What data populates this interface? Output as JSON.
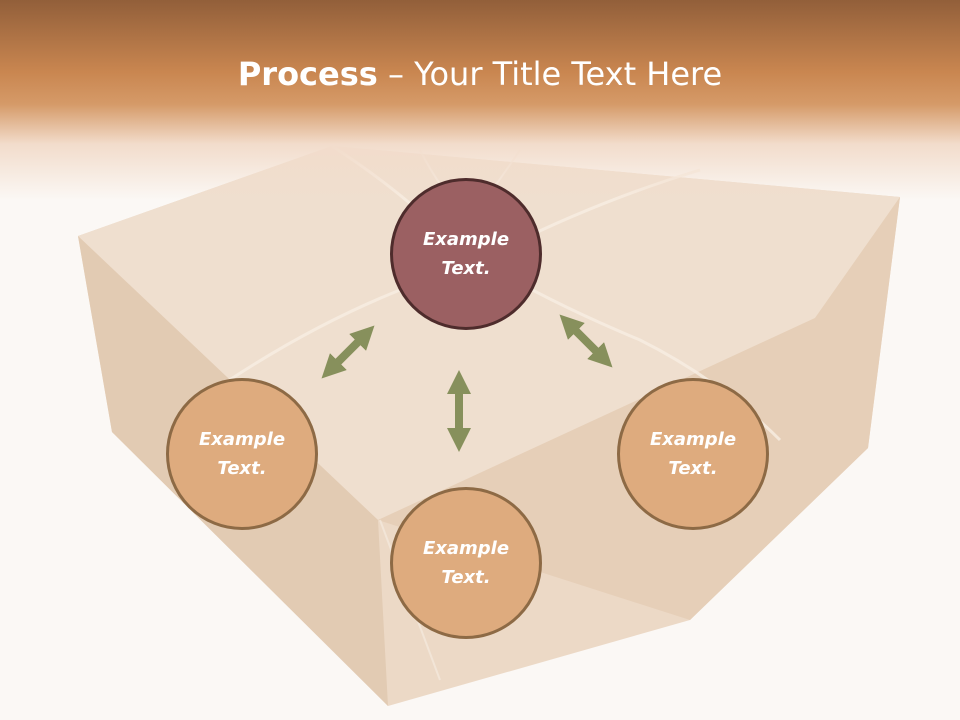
{
  "slide": {
    "title_bold": "Process",
    "title_rest": " – Your Title Text Here"
  },
  "nodes": {
    "center": {
      "text": "Example\nText."
    },
    "left": {
      "text": "Example\nText."
    },
    "right": {
      "text": "Example\nText."
    },
    "bottom": {
      "text": "Example\nText."
    }
  },
  "colors": {
    "header": "#c98650",
    "center_fill": "#9b6062",
    "center_border": "#4e2c2c",
    "node_fill": "#deab7e",
    "node_border": "#8d6a45",
    "arrow": "#87905c",
    "box": "#ead6c2"
  },
  "icons": {
    "background": "parcel-box-image",
    "arrows": "double-headed-arrow-icon"
  }
}
